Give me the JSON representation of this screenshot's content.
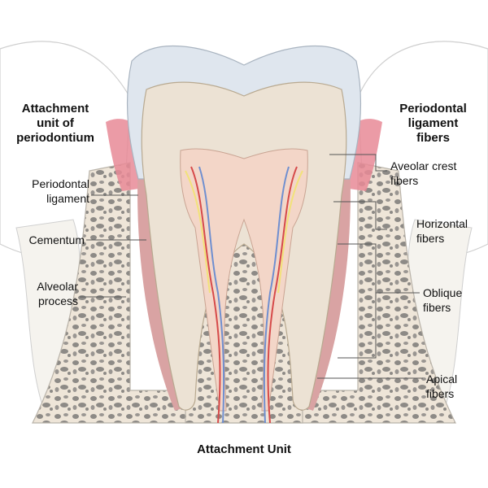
{
  "headings": {
    "left_title": "Attachment\nunit of\nperiodontium",
    "right_title": "Periodontal\nligament\nfibers",
    "bottom_title": "Attachment Unit"
  },
  "left_labels": {
    "periodontal_ligament": "Periodontal\nligament",
    "cementum": "Cementum",
    "alveolar_process": "Alveolar\nprocess"
  },
  "right_labels": {
    "alveolar_crest_fibers": "Aveolar crest\nfibers",
    "horizontal_fibers": "Horizontal\nfibers",
    "oblique_fibers": "Oblique\nfibers",
    "apical_fibers": "Apical\nfibers"
  },
  "colors": {
    "enamel": "#dfe6ee",
    "dentin": "#ece2d4",
    "pulp": "#f3d6c8",
    "gingiva": "#e88a97",
    "bone": "#eee5d8",
    "bone_spots": "#8d8a86",
    "ligament": "#d9a3a3",
    "artery": "#d64a4a",
    "vein": "#6f8fd0",
    "nerve": "#f2e27a"
  }
}
